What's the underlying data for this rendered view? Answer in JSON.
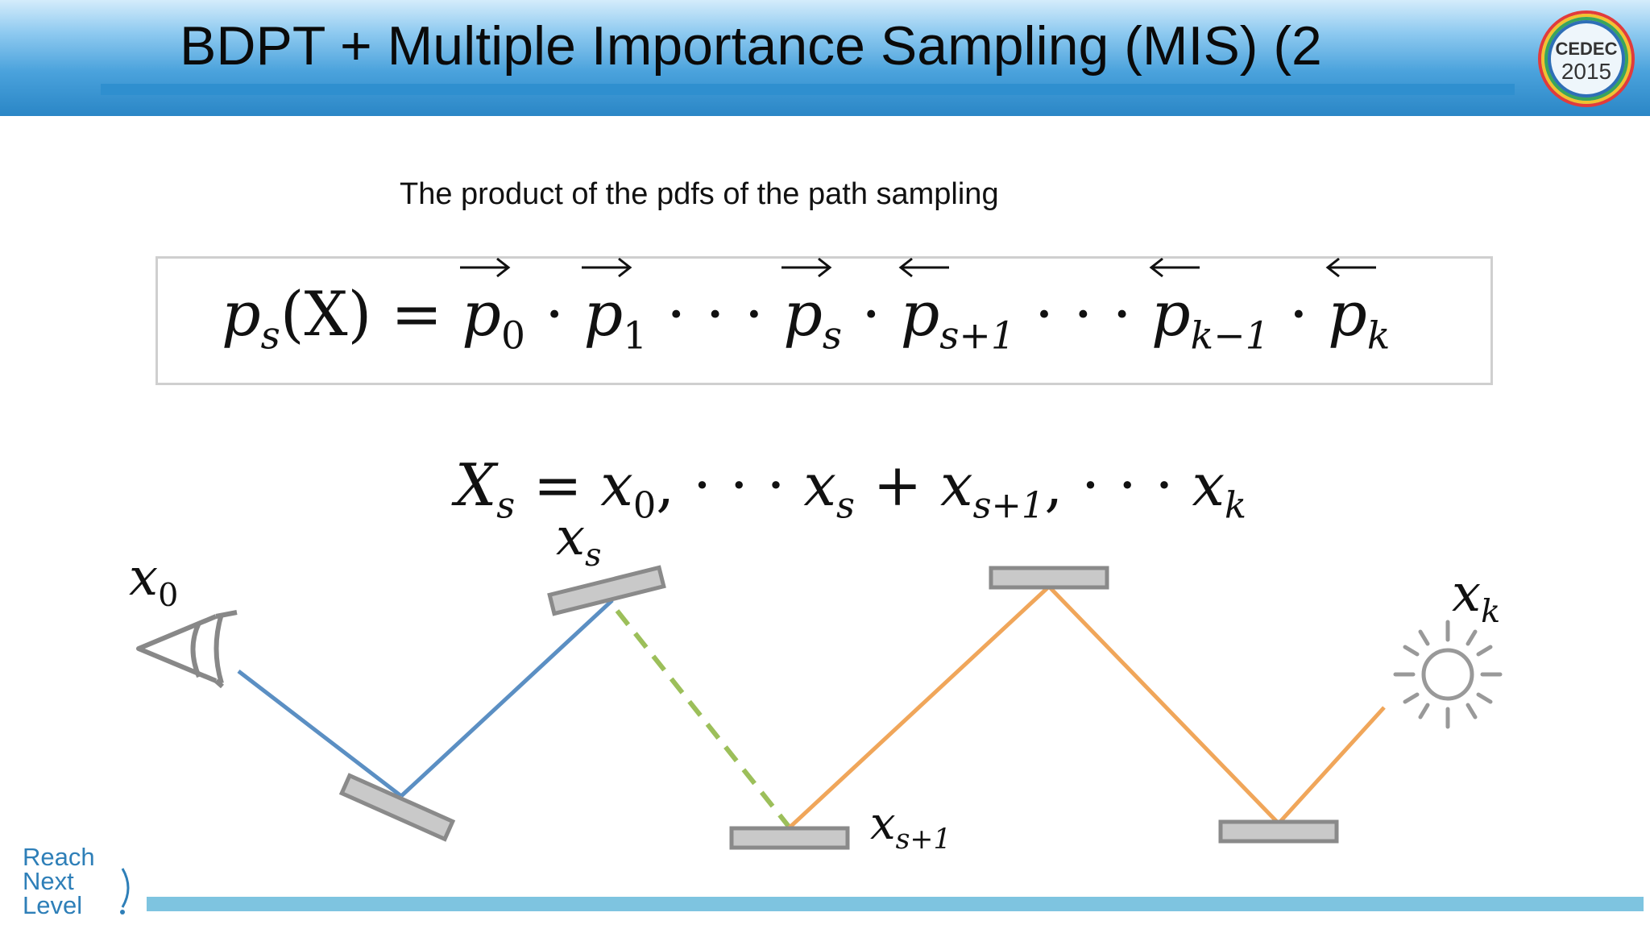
{
  "slide": {
    "title": "BDPT + Multiple Importance Sampling (MIS) (2",
    "subtitle": "The product of the pdfs of the path sampling"
  },
  "logo": {
    "line1": "CEDEC",
    "line2": "2015"
  },
  "formula": {
    "lhs": "p",
    "lhs_sub": "s",
    "lhs_arg": "(X)",
    "equals": "=",
    "factors": [
      {
        "sym": "p",
        "sub": "0",
        "arrow": "right"
      },
      {
        "sym": "p",
        "sub": "1",
        "arrow": "right"
      },
      {
        "sym": "p",
        "sub": "s",
        "arrow": "right"
      },
      {
        "sym": "p",
        "sub": "s+1",
        "arrow": "left"
      },
      {
        "sym": "p",
        "sub": "k−1",
        "arrow": "left"
      },
      {
        "sym": "p",
        "sub": "k",
        "arrow": "left"
      }
    ],
    "dot": "·",
    "ellipsis": "· · ·"
  },
  "path_eq": {
    "lhs": "X",
    "lhs_sub": "s",
    "eq": "=",
    "x": "x",
    "s0": "0",
    "comma": ",",
    "dots": "· · ·",
    "ss": "s",
    "plus": "+",
    "ss1": "s+1",
    "sk": "k"
  },
  "labels": {
    "x0_sym": "x",
    "x0_sub": "0",
    "xs_sym": "x",
    "xs_sub": "s",
    "xs1_sym": "x",
    "xs1_sub": "s+1",
    "xk_sym": "x",
    "xk_sub": "k"
  },
  "colors": {
    "eye_path": "#5b8fc3",
    "light_path": "#f0a65a",
    "connection": "#9cbf5a",
    "surface_fill": "#c9c9c9",
    "surface_stroke": "#8a8a8a",
    "header_blue": "#2a86c6",
    "bottom_bar": "#7ec4e0"
  },
  "icons": [
    "eye-icon",
    "sun-icon"
  ],
  "footer_logo": {
    "line1": "Reach",
    "line2": "Next",
    "line3": "Level"
  }
}
